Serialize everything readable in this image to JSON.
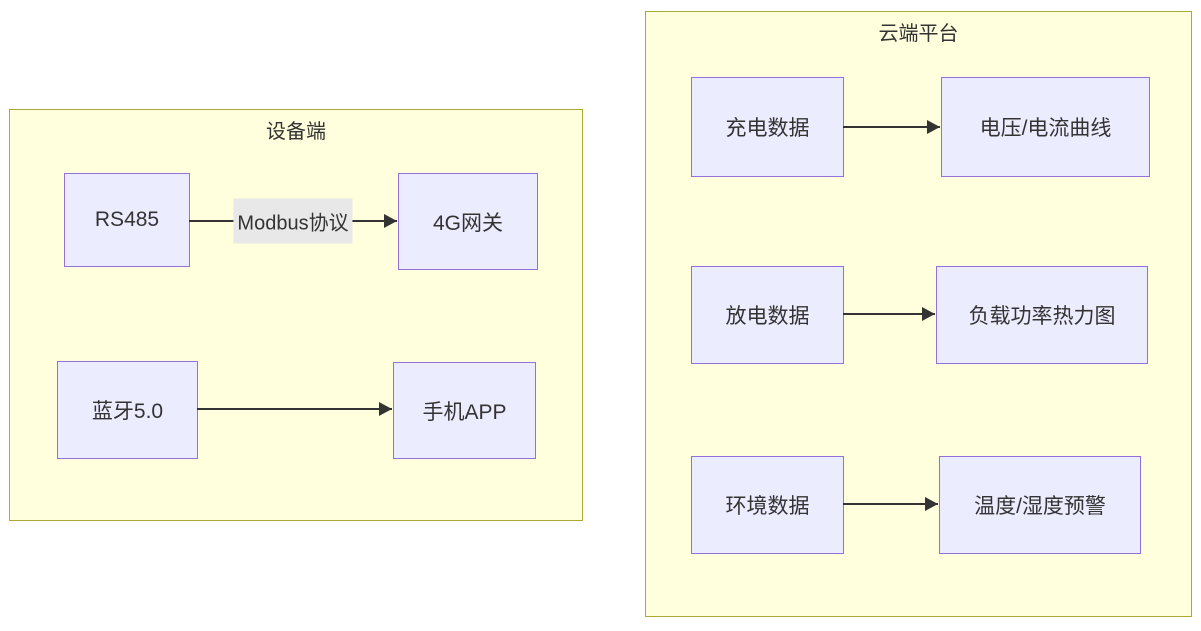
{
  "diagram": {
    "type": "flowchart",
    "direction": "left-to-right",
    "clusters": [
      {
        "id": "device",
        "title": "设备端",
        "nodes": [
          {
            "id": "rs485",
            "label": "RS485"
          },
          {
            "id": "4g-gateway",
            "label": "4G网关"
          },
          {
            "id": "bluetooth",
            "label": "蓝牙5.0"
          },
          {
            "id": "phone-app",
            "label": "手机APP"
          }
        ],
        "edges": [
          {
            "from": "RS485",
            "to": "4G网关",
            "label": "Modbus协议"
          },
          {
            "from": "蓝牙5.0",
            "to": "手机APP",
            "label": ""
          }
        ]
      },
      {
        "id": "cloud",
        "title": "云端平台",
        "nodes": [
          {
            "id": "charge-data",
            "label": "充电数据"
          },
          {
            "id": "voltage-current-curve",
            "label": "电压/电流曲线"
          },
          {
            "id": "discharge-data",
            "label": "放电数据"
          },
          {
            "id": "load-power-heatmap",
            "label": "负载功率热力图"
          },
          {
            "id": "env-data",
            "label": "环境数据"
          },
          {
            "id": "temp-humidity-alert",
            "label": "温度/湿度预警"
          }
        ],
        "edges": [
          {
            "from": "充电数据",
            "to": "电压/电流曲线",
            "label": ""
          },
          {
            "from": "放电数据",
            "to": "负载功率热力图",
            "label": ""
          },
          {
            "from": "环境数据",
            "to": "温度/湿度预警",
            "label": ""
          }
        ]
      }
    ],
    "colors": {
      "node_fill": "#ECECFF",
      "node_border": "#9370DB",
      "cluster_fill": "#ffffde",
      "cluster_border": "#aaaa33",
      "edge": "#333333",
      "edge_label_bg": "#e8e8e8",
      "text": "#333333"
    }
  }
}
